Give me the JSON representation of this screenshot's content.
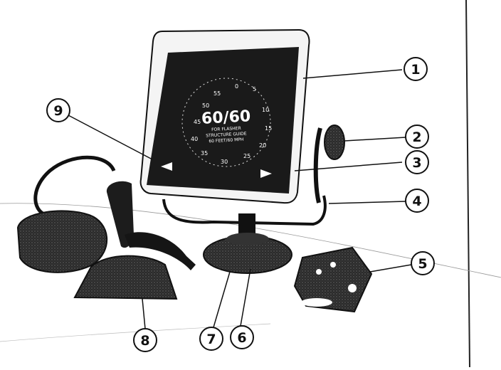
{
  "display": {
    "headline": "60/60",
    "line1": "FOR FLASHER",
    "line2": "STRUCTURE GUIDE",
    "line3": "60 FEET/60 MPH",
    "dial": [
      "5",
      "10",
      "15",
      "20",
      "25",
      "30",
      "35",
      "40",
      "45",
      "50",
      "55",
      "0"
    ]
  },
  "callouts": [
    "1",
    "2",
    "3",
    "4",
    "5",
    "6",
    "7",
    "8",
    "9"
  ],
  "colors": {
    "ink": "#111111",
    "paper": "#ffffff",
    "screen": "#1a1a1a"
  }
}
